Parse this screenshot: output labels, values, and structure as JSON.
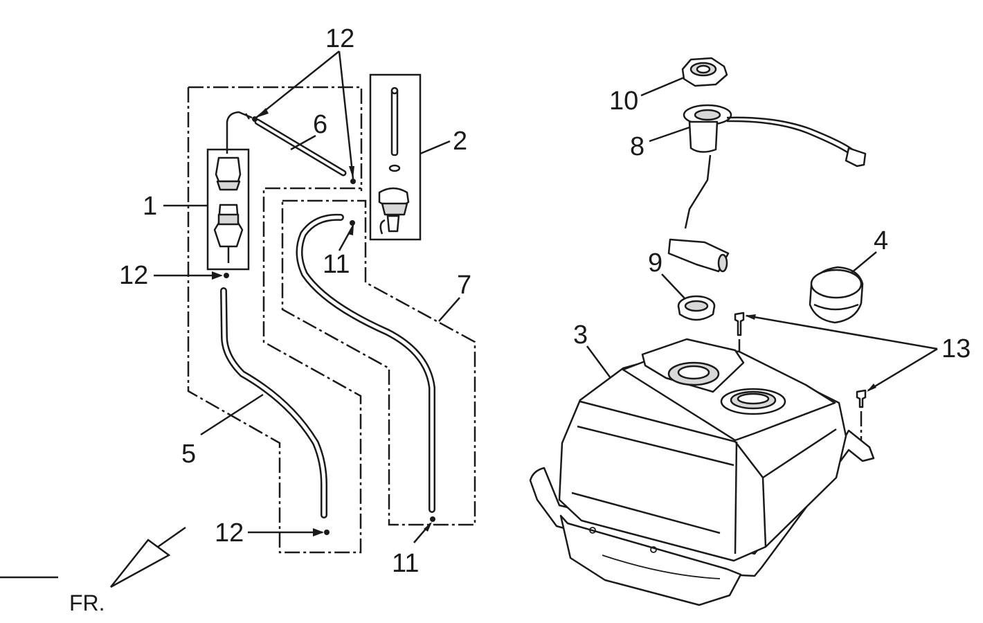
{
  "labels": {
    "p1": "1",
    "p2": "2",
    "p3": "3",
    "p4": "4",
    "p5": "5",
    "p6": "6",
    "p7": "7",
    "p8": "8",
    "p9": "9",
    "p10": "10",
    "p11a": "11",
    "p11b": "11",
    "p12a": "12",
    "p12b": "12",
    "p12c": "12",
    "p13": "13",
    "front": "FR."
  }
}
